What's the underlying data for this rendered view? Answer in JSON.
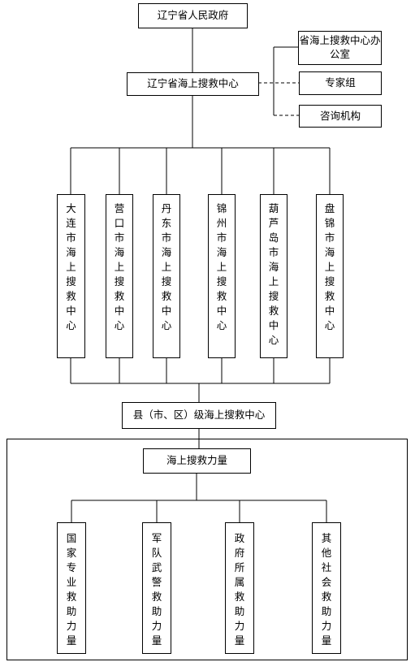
{
  "top": "辽宁省人民政府",
  "center": "辽宁省海上搜救中心",
  "advisory": [
    "省海上搜救中心办公室",
    "专家组",
    "咨询机构"
  ],
  "cities": [
    "大连市海上搜救中心",
    "营口市海上搜救中心",
    "丹东市海上搜救中心",
    "锦州市海上搜救中心",
    "葫芦岛市海上搜救中心",
    "盘锦市海上搜救中心"
  ],
  "county": "县（市、区）级海上搜救中心",
  "force": "海上搜救力量",
  "forces": [
    "国家专业救助力量",
    "军队武警救助力量",
    "政府所属救助力量",
    "其他社会救助力量"
  ]
}
